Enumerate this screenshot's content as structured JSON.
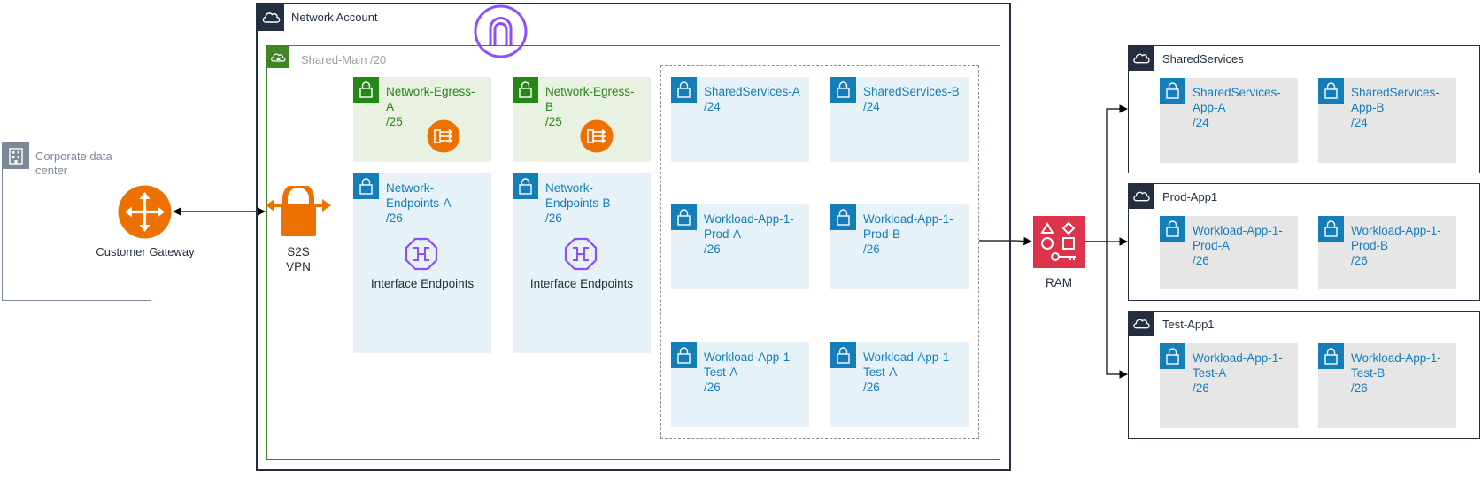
{
  "corporate": {
    "title": "Corporate data\ncenter",
    "gateway_label": "Customer Gateway"
  },
  "network_account": {
    "title": "Network Account",
    "vpc_title": "Shared-Main /20",
    "vpn_label": "S2S\nVPN",
    "subnets": {
      "egress_a": "Network-Egress-\nA\n/25",
      "egress_b": "Network-Egress-\nB\n/25",
      "endpoints_a": "Network-\nEndpoints-A\n/26",
      "endpoints_b": "Network-\nEndpoints-B\n/26",
      "shared_a": "SharedServices-A\n/24",
      "shared_b": "SharedServices-B\n/24",
      "prod_a": "Workload-App-1-\nProd-A\n/26",
      "prod_b": "Workload-App-1-\nProd-B\n/26",
      "test_a": "Workload-App-1-\nTest-A\n/26",
      "test_b": "Workload-App-1-\nTest-A\n/26"
    },
    "interface_endpoints_label": "Interface Endpoints"
  },
  "ram_label": "RAM",
  "accounts": {
    "shared_services": {
      "title": "SharedServices",
      "subnet_a": "SharedServices-\nApp-A\n/24",
      "subnet_b": "SharedServices-\nApp-B\n/24"
    },
    "prod_app1": {
      "title": "Prod-App1",
      "subnet_a": "Workload-App-1-\nProd-A\n/26",
      "subnet_b": "Workload-App-1-\nProd-B\n/26"
    },
    "test_app1": {
      "title": "Test-App1",
      "subnet_a": "Workload-App-1-\nTest-A\n/26",
      "subnet_b": "Workload-App-1-\nTest-B\n/26"
    }
  },
  "colors": {
    "account_border": "#232f3e",
    "vpc_green": "#3f8624",
    "public_subnet_fill": "#e9f2e2",
    "private_subnet_fill": "#e6f1f8",
    "subnet_blue": "#147eba",
    "nat_orange": "#ed7100",
    "endpoint_purple": "#8c4fff",
    "ram_red": "#dd344c"
  },
  "icons": [
    "cloud-icon",
    "lock-icon",
    "building-icon",
    "router-icon",
    "vpn-gateway-icon",
    "nat-gateway-icon",
    "endpoints-icon",
    "internet-gateway-icon",
    "ram-icon"
  ]
}
